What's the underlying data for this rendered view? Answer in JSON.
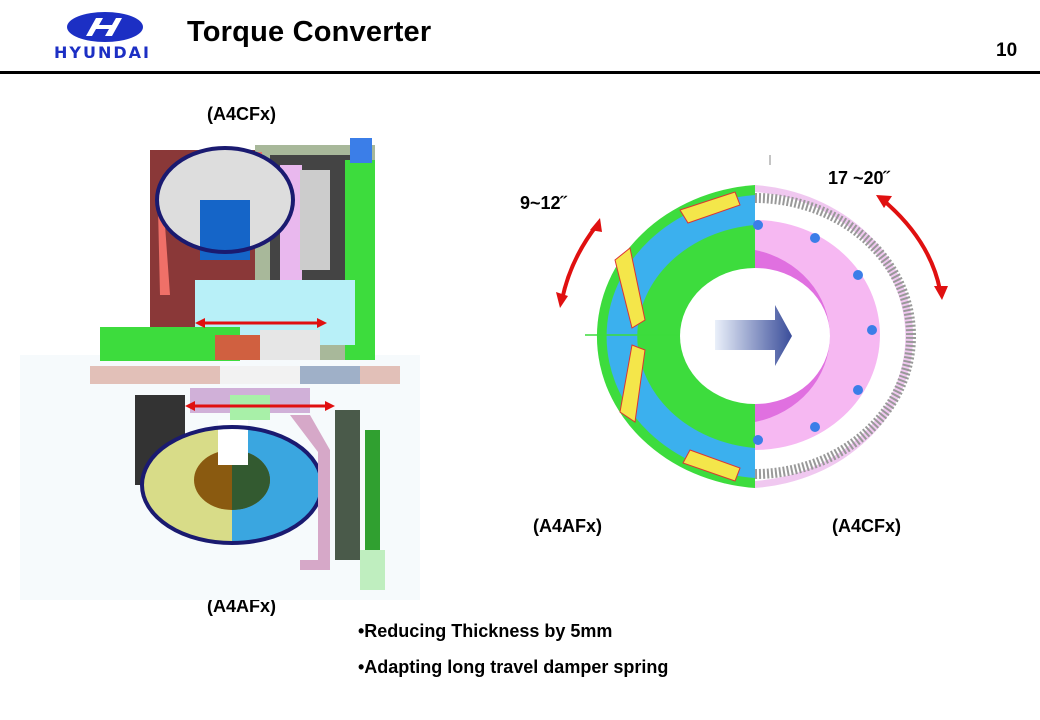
{
  "header": {
    "logo_text": "HYUNDAI",
    "title": "Torque Converter",
    "page_number": "10",
    "brand_color": "#1c2fc4"
  },
  "cross_section": {
    "top_label": "(A4CFx)",
    "bottom_label": "(A4AFx)"
  },
  "damper": {
    "left_angle_label": "9~12˝",
    "right_angle_label": "17 ~20˝",
    "left_label": "(A4AFx)",
    "right_label": "(A4CFx)"
  },
  "bullets": [
    "•Reducing Thickness by 5mm",
    "•Adapting long travel damper spring"
  ]
}
